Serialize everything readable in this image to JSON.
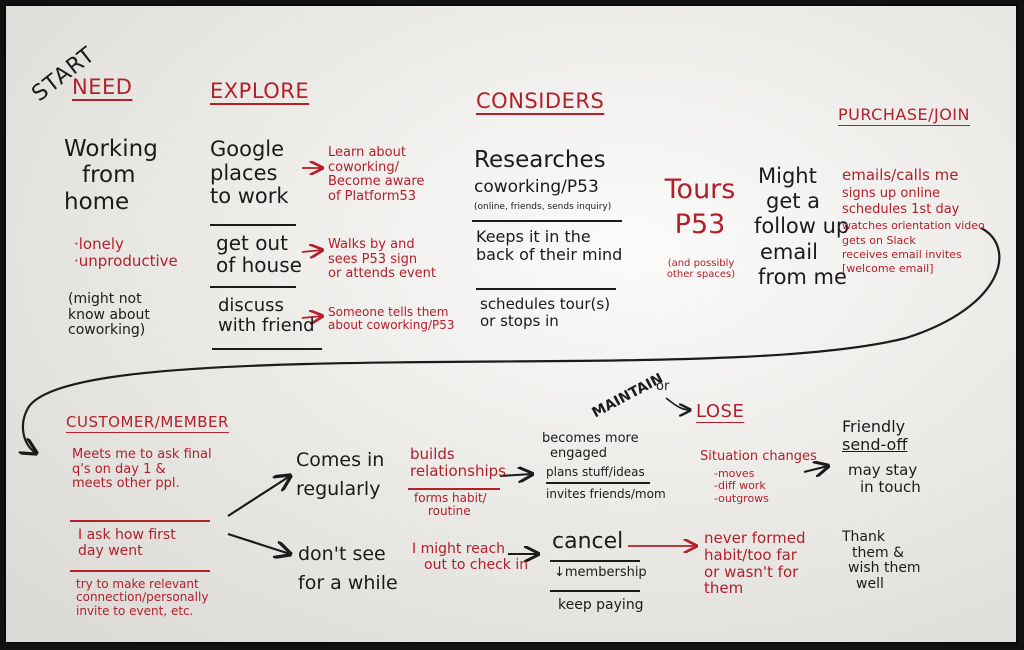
{
  "start": "START",
  "headers": {
    "need": "NEED",
    "explore": "EXPLORE",
    "considers": "CONSIDERS",
    "purchase": "PURCHASE/JOIN",
    "customer": "CUSTOMER/MEMBER",
    "maintain": "MAINTAIN",
    "or": "or",
    "lose": "LOSE"
  },
  "need": {
    "working": [
      "Working",
      "from",
      "home"
    ],
    "bullets": [
      "·lonely",
      "·unproductive"
    ],
    "note": [
      "(might not",
      "know about",
      "coworking)"
    ]
  },
  "explore": {
    "google": [
      "Google",
      "places",
      "to work"
    ],
    "google_note": [
      "Learn about",
      "coworking/",
      "Become aware",
      "of Platform53"
    ],
    "house": [
      "get out",
      "of house"
    ],
    "house_note": [
      "Walks by and",
      "sees P53 sign",
      "or attends event"
    ],
    "friend": [
      "discuss",
      "with friend"
    ],
    "friend_note": [
      "Someone tells them",
      "about coworking/P53"
    ]
  },
  "considers": {
    "researches": "Researches",
    "coworking": "coworking/P53",
    "sources": "(online, friends, sends inquiry)",
    "keeps": [
      "Keeps it in the",
      "back of their mind"
    ],
    "schedules": [
      "schedules tour(s)",
      "or stops in"
    ]
  },
  "tours": {
    "title": [
      "Tours",
      "P53"
    ],
    "note": [
      "(and possibly",
      "other spaces)"
    ]
  },
  "followup": [
    "Might",
    "get a",
    "follow up",
    "email",
    "from me"
  ],
  "purchase_list": [
    "emails/calls me",
    "signs up online",
    "schedules 1st day",
    "watches orientation video",
    "gets on Slack",
    "receives email invites",
    "[welcome email]"
  ],
  "customer": {
    "meets": [
      "Meets me to ask final",
      "q's on day 1 &",
      "meets other ppl."
    ],
    "ask": [
      "I ask how first",
      "day went"
    ],
    "try": [
      "try to make relevant",
      "connection/personally",
      "invite to event, etc."
    ]
  },
  "flow": {
    "comes": [
      "Comes in",
      "regularly"
    ],
    "dontsee": [
      "don't see",
      "for a while"
    ],
    "builds": [
      "builds",
      "relationships"
    ],
    "forms": [
      "forms habit/",
      "routine"
    ],
    "engaged": [
      "becomes more",
      "engaged"
    ],
    "plans": "plans stuff/ideas",
    "invites": "invites friends/mom",
    "reachout": [
      "I might reach",
      "out to check in"
    ],
    "cancel": "cancel",
    "membership": "↓membership",
    "keeppaying": "keep paying",
    "situation": "Situation changes",
    "situation_list": [
      "-moves",
      "-diff work",
      "-outgrows"
    ],
    "friendly": [
      "Friendly",
      "send-off"
    ],
    "maystay": [
      "may stay",
      "in touch"
    ],
    "never": [
      "never formed",
      "habit/too far",
      "or wasn't for",
      "them"
    ],
    "thank": [
      "Thank",
      "them &",
      "wish them",
      "well"
    ]
  },
  "colors": {
    "ink_black": "#1b1b1b",
    "ink_red": "#b3202a",
    "board": "#ecebe8"
  }
}
